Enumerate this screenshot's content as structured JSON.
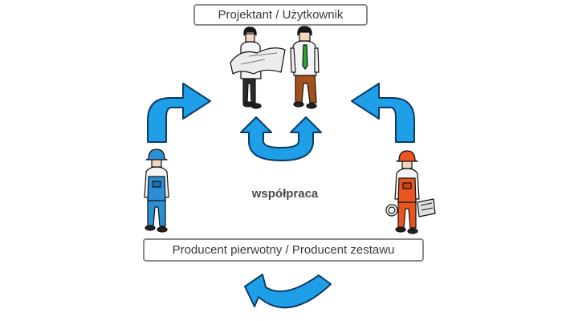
{
  "diagram": {
    "top_label": "Projektant / Użytkownik",
    "bottom_label": "Producent pierwotny / Producent zestawu",
    "center_label": "współpraca"
  },
  "colors": {
    "arrow_fill": "#1e9fe8",
    "arrow_stroke": "#0c3d66",
    "blue_worker": "#2b8fd6",
    "orange_worker": "#e8551e",
    "box_border": "#8a8a8a"
  },
  "icons": [
    "designer-figure",
    "user-figure",
    "blue-worker-figure",
    "orange-worker-figure",
    "cycle-arrow"
  ]
}
